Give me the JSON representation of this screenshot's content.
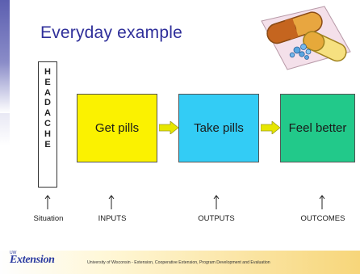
{
  "title": "Everyday example",
  "situation": {
    "letters": [
      "H",
      "E",
      "A",
      "D",
      "A",
      "C",
      "H",
      "E"
    ],
    "label": "Situation"
  },
  "stages": [
    {
      "box_text": "Get pills",
      "label": "INPUTS",
      "color": "#fbf200"
    },
    {
      "box_text": "Take pills",
      "label": "OUTPUTS",
      "color": "#33ccf5"
    },
    {
      "box_text": "Feel better",
      "label": "OUTCOMES",
      "color": "#22c98a"
    }
  ],
  "arrow_color": "#e6e600",
  "footer": {
    "logo": "Extension",
    "logo_prefix": "UW",
    "text": "University of Wisconsin - Extension, Cooperative Extension, Program Development and Evaluation"
  }
}
